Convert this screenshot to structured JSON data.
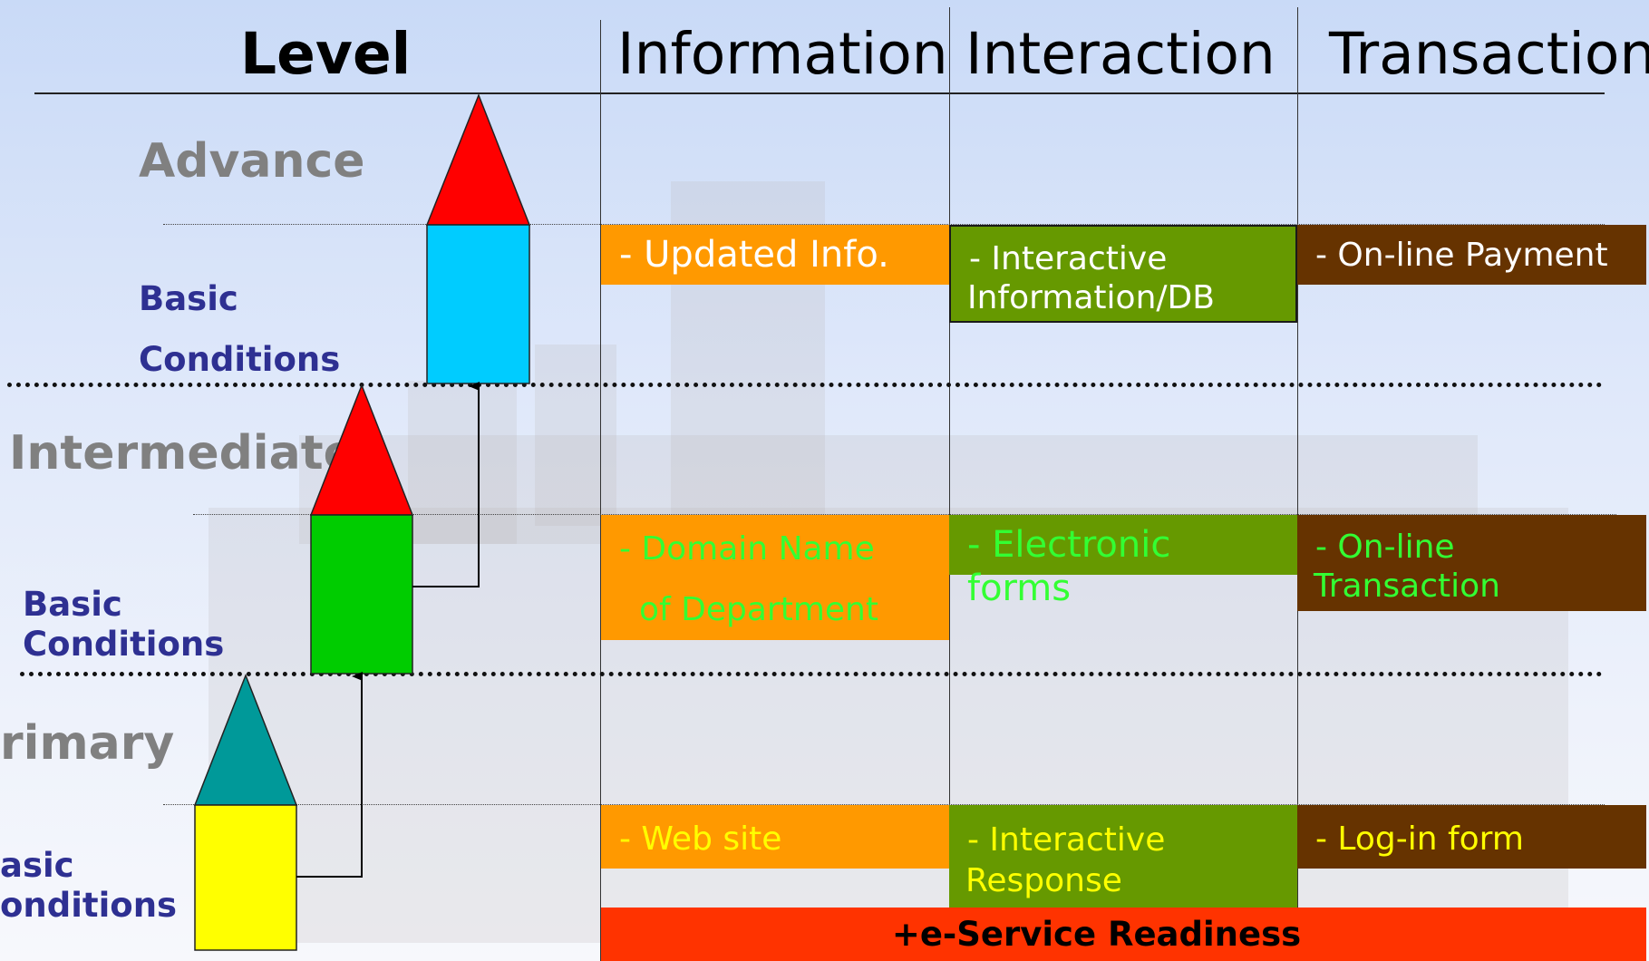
{
  "headers": {
    "level": "Level",
    "information": "Information",
    "interaction": "Interaction",
    "transaction": "Transaction"
  },
  "levels": {
    "advance": {
      "name": "Advance",
      "conditions_line1": "Basic",
      "conditions_line2": "Conditions"
    },
    "intermediate": {
      "name": "Intermediate",
      "conditions_line1": "Basic",
      "conditions_line2": "Conditions"
    },
    "primary": {
      "name": "rimary",
      "conditions_line1": "asic",
      "conditions_line2": "onditions"
    }
  },
  "cells": {
    "advance_information": "- Updated Info.",
    "advance_interaction_line1": "- Interactive",
    "advance_interaction_line2": "Information/DB",
    "advance_transaction": "- On-line Payment",
    "intermediate_information_line1": "- Domain Name",
    "intermediate_information_line2": "of Department",
    "intermediate_interaction": "- Electronic forms",
    "intermediate_transaction_line1": "- On-line",
    "intermediate_transaction_line2": "Transaction",
    "primary_information": "- Web site",
    "primary_interaction_line1": "- Interactive",
    "primary_interaction_line2": "Response",
    "primary_transaction": "- Log-in form"
  },
  "banner": "+e-Service Readiness",
  "colors": {
    "information_cell": "#ff9900",
    "interaction_cell": "#669900",
    "transaction_cell": "#663300",
    "banner": "#ff3300",
    "advance_roof": "#ff0000",
    "advance_body": "#00ccff",
    "intermediate_roof": "#ff0000",
    "intermediate_body": "#00cc00",
    "primary_roof": "#009999",
    "primary_body": "#ffff00"
  }
}
